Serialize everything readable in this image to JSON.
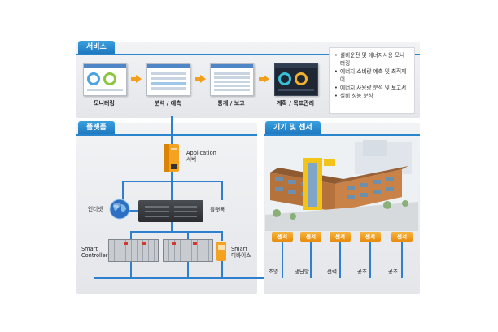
{
  "services": {
    "tab": "서비스",
    "steps": [
      {
        "label": "모니터링"
      },
      {
        "label": "분석 / 예측"
      },
      {
        "label": "통계 / 보고"
      },
      {
        "label": "계획 / 목표관리"
      }
    ],
    "bullets": [
      "설비운전 및 에너지사용 모니터링",
      "에너지 소비량 예측 및 최적제어",
      "에너지 사용량 분석 및 보고서",
      "설비 성능 분석"
    ]
  },
  "platform": {
    "tab": "플랫폼",
    "app_server": "Application\n서버",
    "internet": "인터넷",
    "platform_server": "플랫폼",
    "smart_controller": "Smart\nController",
    "smart_device": "Smart\n디바이스"
  },
  "devices": {
    "tab": "기기 및 센서",
    "sensor_label": "센서",
    "items": [
      "조명",
      "냉난방",
      "전력",
      "공조",
      "공조"
    ]
  },
  "colors": {
    "accent": "#2a86cc",
    "sensor": "#f2a01c"
  }
}
